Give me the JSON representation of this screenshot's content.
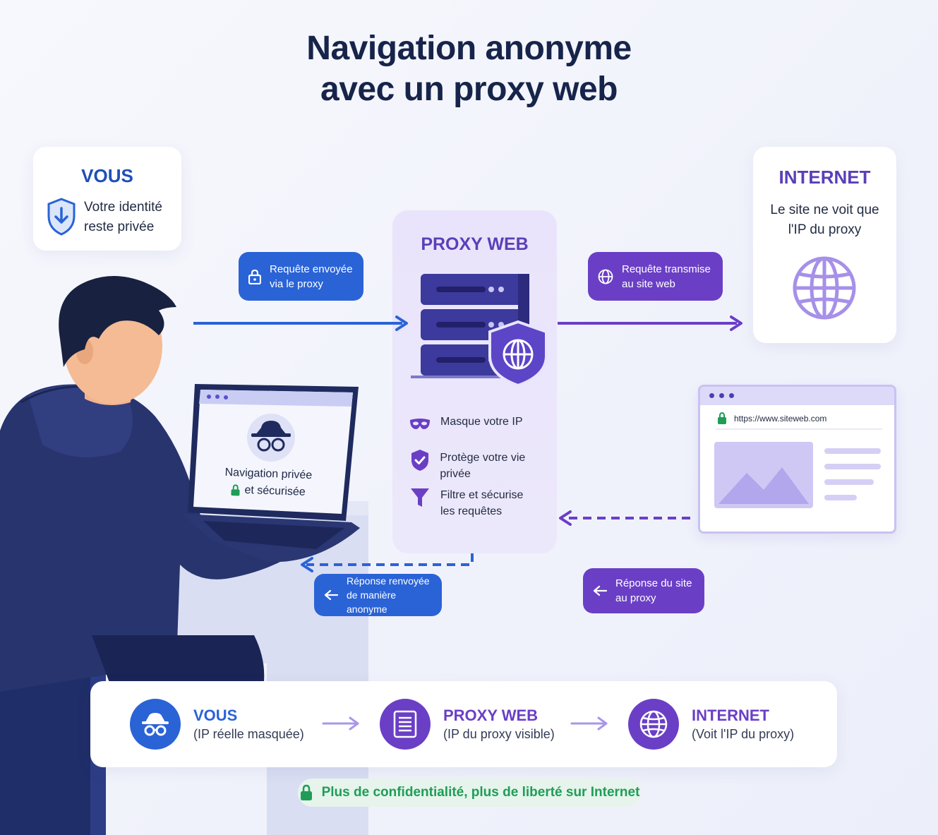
{
  "title": {
    "line1": "Navigation anonyme",
    "line2": "avec un proxy web"
  },
  "vous_card": {
    "heading": "VOUS",
    "text_line1": "Votre identité",
    "text_line2": "reste privée",
    "icon": "shield-download-icon"
  },
  "internet_card": {
    "heading": "INTERNET",
    "text_line1": "Le site ne voit que",
    "text_line2": "l'IP du proxy",
    "icon": "globe-icon"
  },
  "laptop_screen": {
    "line1": "Navigation privée",
    "line2": "et sécurisée"
  },
  "proxy": {
    "heading": "PROXY WEB",
    "features": [
      {
        "icon": "mask-icon",
        "line1": "Masque votre IP",
        "line2": ""
      },
      {
        "icon": "shield-check-icon",
        "line1": "Protège votre vie privée",
        "line2": ""
      },
      {
        "icon": "filter-icon",
        "line1": "Filtre et sécurise",
        "line2": "les requêtes"
      }
    ]
  },
  "pills": {
    "request_sent": {
      "line1": "Requête envoyée",
      "line2": "via le proxy"
    },
    "request_forwarded": {
      "line1": "Requête transmise",
      "line2": "au site web"
    },
    "response_site": {
      "line1": "Réponse du site",
      "line2": "au proxy"
    },
    "response_returned": {
      "line1": "Réponse renvoyée",
      "line2": "de manière anonyme"
    }
  },
  "website": {
    "url": "https://www.siteweb.com"
  },
  "flow": [
    {
      "title": "VOUS",
      "subtitle": "(IP réelle masquée)",
      "color": "#2a63d6",
      "icon": "incognito-icon"
    },
    {
      "title": "PROXY WEB",
      "subtitle": "(IP du proxy visible)",
      "color": "#6a3fc6",
      "icon": "server-icon"
    },
    {
      "title": "INTERNET",
      "subtitle": "(Voit l'IP du proxy)",
      "color": "#6a3fc6",
      "icon": "globe-icon"
    }
  ],
  "footer": {
    "text": "Plus de confidentialité, plus de liberté sur Internet"
  },
  "colors": {
    "blue": "#2a63d6",
    "purple": "#6a3fc6",
    "navy": "#1e2a5c",
    "green": "#1f9d57"
  }
}
